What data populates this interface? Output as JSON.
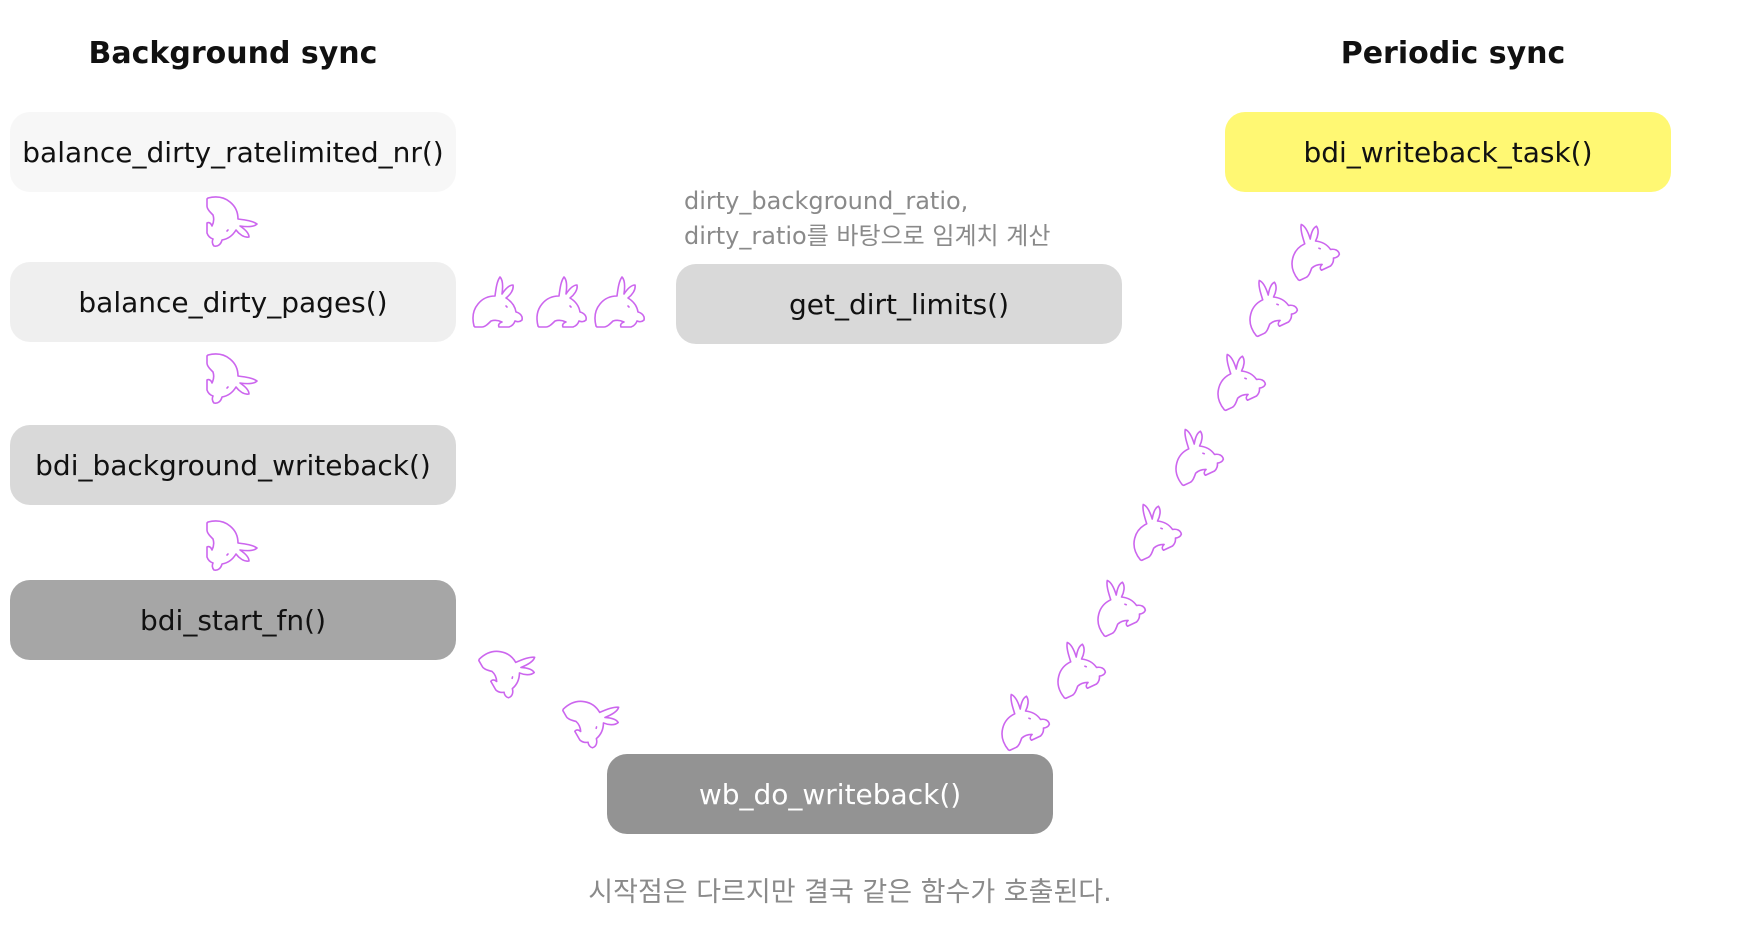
{
  "headings": {
    "background": "Background sync",
    "periodic": "Periodic sync"
  },
  "nodes": {
    "ratelimited": "balance_dirty_ratelimited_nr()",
    "balance_pages": "balance_dirty_pages()",
    "bg_writeback": "bdi_background_writeback()",
    "start_fn": "bdi_start_fn()",
    "dirt_limits": "get_dirt_limits()",
    "writeback_task": "bdi_writeback_task()",
    "do_writeback": "wb_do_writeback()"
  },
  "notes": {
    "limits_line1": "dirty_background_ratio,",
    "limits_line2": "dirty_ratio를 바탕으로 임계치 계산",
    "bottom": "시작점은 다르지만 결국 같은 함수가 호출된다."
  },
  "colors": {
    "node_lightest": "#f7f7f7",
    "node_light": "#efefef",
    "node_mid": "#d9d9d9",
    "node_dark": "#a6a6a6",
    "node_darker": "#939393",
    "node_highlight": "#fff873",
    "arrow": "#cc66ee"
  },
  "arrow_icon": "rabbit-icon"
}
